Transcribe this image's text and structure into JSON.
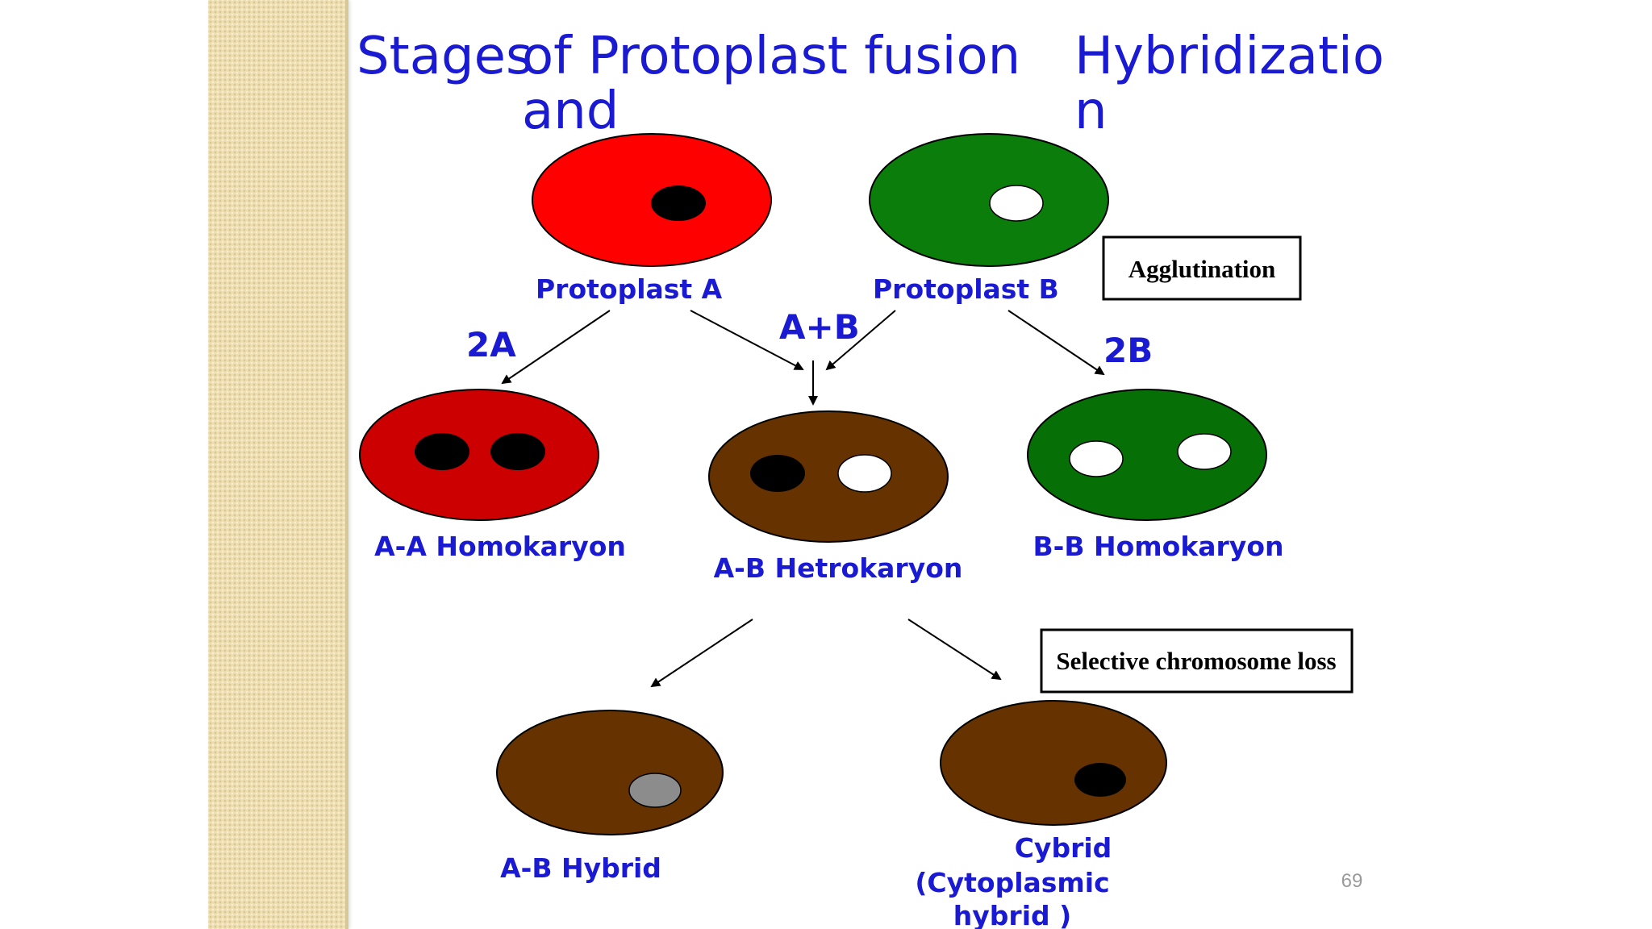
{
  "title": {
    "part1": "Stages",
    "part2": "of Protoplast fusion",
    "part3": "and",
    "part4": "Hybridizatio",
    "part5": "n"
  },
  "labels": {
    "protoplast_a": "Protoplast A",
    "protoplast_b": "Protoplast B",
    "label_2a": "2A",
    "label_ab": "A+B",
    "label_2b": "2B",
    "aa_homokaryon": "A-A Homokaryon",
    "ab_hetrokaryon": "A-B Hetrokaryon",
    "bb_homokaryon": "B-B Homokaryon",
    "ab_hybrid": "A-B Hybrid",
    "cybrid_line1": "Cybrid",
    "cybrid_line2": "(Cytoplasmic",
    "cybrid_line3": "hybrid )"
  },
  "boxes": {
    "agglutination": "Agglutination",
    "selective_loss": "Selective chromosome loss"
  },
  "page_number": "69",
  "colors": {
    "title_blue": "#1a1ad2",
    "red": "#ff0000",
    "dark_red": "#cc0000",
    "green": "#0a7d0a",
    "dark_green": "#067006",
    "brown": "#653200",
    "nucleus_black": "#000000",
    "nucleus_white": "#ffffff",
    "nucleus_grey": "#8c8c8c"
  }
}
